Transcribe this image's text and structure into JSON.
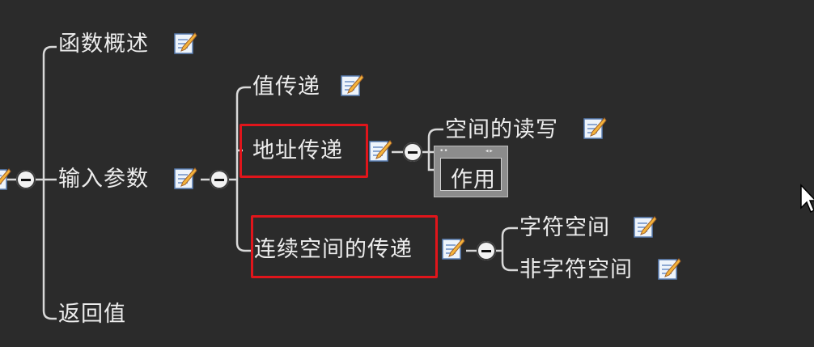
{
  "mindmap": {
    "root_branches": {
      "function_overview": "函数概述",
      "input_params": "输入参数",
      "return_value": "返回值"
    },
    "input_param_children": {
      "value_passing": "值传递",
      "address_passing": "地址传递",
      "contiguous_space_passing": "连续空间的传递"
    },
    "address_passing_children": {
      "space_read_write": "空间的读写",
      "editing_node_text": "作用"
    },
    "contiguous_children": {
      "char_space": "字符空间",
      "non_char_space": "非字符空间"
    }
  },
  "colors": {
    "background": "#2b2b2b",
    "connector": "#d9d9d9",
    "highlight": "#e0151b",
    "text": "#ececec"
  },
  "icons": [
    "note-edit-icon",
    "collapse-minus-icon",
    "mouse-cursor-icon"
  ]
}
